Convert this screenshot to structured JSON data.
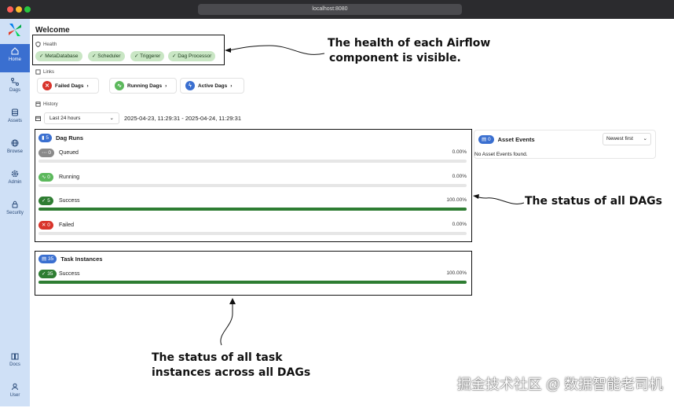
{
  "browser": {
    "url": "localhost:8080"
  },
  "sidebar": {
    "items": [
      {
        "label": "Home"
      },
      {
        "label": "Dags"
      },
      {
        "label": "Assets"
      },
      {
        "label": "Browse"
      },
      {
        "label": "Admin"
      },
      {
        "label": "Security"
      },
      {
        "label": "Docs"
      },
      {
        "label": "User"
      }
    ]
  },
  "page": {
    "title": "Welcome"
  },
  "health": {
    "label": "Health",
    "chips": [
      "MetaDatabase",
      "Scheduler",
      "Triggerer",
      "Dag Processor"
    ]
  },
  "links": {
    "label": "Links",
    "buttons": [
      "Failed Dags",
      "Running Dags",
      "Active Dags"
    ]
  },
  "history": {
    "label": "History",
    "range_select": "Last 24 hours",
    "range_text": "2025-04-23, 11:29:31 - 2025-04-24, 11:29:31"
  },
  "dag_runs": {
    "count": "5",
    "title": "Dag Runs",
    "rows": [
      {
        "label": "Queued",
        "count": "0",
        "pct": "0.00%",
        "fraction": 0,
        "color": "#8a8a8a"
      },
      {
        "label": "Running",
        "count": "0",
        "pct": "0.00%",
        "fraction": 0,
        "color": "#5cb85c"
      },
      {
        "label": "Success",
        "count": "5",
        "pct": "100.00%",
        "fraction": 1,
        "color": "#2e7d32"
      },
      {
        "label": "Failed",
        "count": "0",
        "pct": "0.00%",
        "fraction": 0,
        "color": "#d9342b"
      }
    ]
  },
  "task_instances": {
    "count": "35",
    "title": "Task Instances",
    "rows": [
      {
        "label": "Success",
        "count": "35",
        "pct": "100.00%",
        "fraction": 1,
        "color": "#2e7d32"
      }
    ]
  },
  "asset_events": {
    "count": "0",
    "title": "Asset Events",
    "sort": "Newest first",
    "empty": "No Asset Events found."
  },
  "annotations": {
    "health": [
      "The health of each Airflow",
      "component is visible."
    ],
    "dags": "The status of all DAGs",
    "tasks": [
      "The status of all task",
      "instances across all DAGs"
    ]
  },
  "watermark": "掘金技术社区 @ 数据智能老司机",
  "colors": {
    "sidebar": "#cfe0f6",
    "active_nav": "#3a6fd0",
    "success": "#2e7d32",
    "chip": "#c9e6c4"
  }
}
